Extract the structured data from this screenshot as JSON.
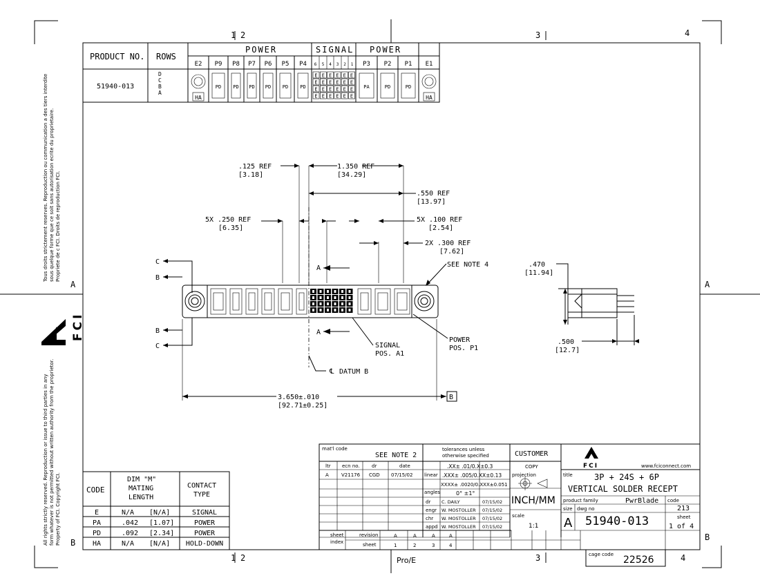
{
  "zones": {
    "top": [
      "1",
      "2",
      "3",
      "4"
    ],
    "bottom": [
      "1",
      "2",
      "3",
      "4"
    ],
    "left": [
      "A",
      "B"
    ],
    "right": [
      "A",
      "B"
    ]
  },
  "side_text": {
    "fr1": "Tous droits strictement reserves.  Reproduction ou communication a des tiers interdite",
    "fr2": "sous quelque forme que ce soit sans autorisation ecrite du proprietaire.",
    "fr3": "Propriete de c FCI.  Droits de reproduction FCI.",
    "en1": "All rights strictly reserved.  Reproduction or issue to third parties in any",
    "en2": "form whatever is not permitted without written authority from the proprietor.",
    "en3": "Property of FCI.  Copyright FCI."
  },
  "logo": {
    "letters": "FCI"
  },
  "product_table": {
    "h_product": "PRODUCT NO.",
    "h_rows": "ROWS",
    "g_power1": "POWER",
    "g_signal": "SIGNAL",
    "g_power2": "POWER",
    "cols": [
      "E2",
      "P9",
      "P8",
      "P7",
      "P6",
      "P5",
      "P4",
      "6",
      "5",
      "4",
      "3",
      "2",
      "1",
      "P3",
      "P2",
      "P1",
      "E1"
    ],
    "product_no": "51940-013",
    "rows": "D C B A",
    "power_cells": [
      "PD",
      "PD",
      "PD",
      "PD",
      "PD",
      "PD",
      "PA",
      "PD",
      "PD"
    ],
    "e_cell": "E",
    "ha": "HA"
  },
  "dims": {
    "d1": ".125  REF",
    "d1m": "[3.18]",
    "d2": "1.350  REF",
    "d2m": "[34.29]",
    "d3": ".550  REF",
    "d3m": "[13.97]",
    "d4": "5X .250  REF",
    "d4m": "[6.35]",
    "d5": "5X  .100  REF",
    "d5m": "[2.54]",
    "d6": "2X .300  REF",
    "d6m": "[7.62]",
    "d7": "3.650±.010",
    "d7m": "[92.71±0.25]",
    "d8": ".470",
    "d8m": "[11.94]",
    "d9": ".500",
    "d9m": "[12.7]"
  },
  "labels": {
    "see_note4": "SEE NOTE 4",
    "sig1": "SIGNAL",
    "sig2": "POS. A1",
    "pow1": "POWER",
    "pow2": "POS. P1",
    "datum": "DATUM B",
    "datum_sym": "℄",
    "a": "A",
    "b": "B",
    "c": "C",
    "boxB": "B"
  },
  "code_table": {
    "h_code": "CODE",
    "h_dim1": "DIM \"M\"",
    "h_dim2": "MATING",
    "h_dim3": "LENGTH",
    "h_ct1": "CONTACT",
    "h_ct2": "TYPE",
    "rows": [
      {
        "code": "E",
        "in": "N/A",
        "mm": "[N/A]",
        "type": "SIGNAL"
      },
      {
        "code": "PA",
        "in": ".042",
        "mm": "[1.07]",
        "type": "POWER"
      },
      {
        "code": "PD",
        "in": ".092",
        "mm": "[2.34]",
        "type": "POWER"
      },
      {
        "code": "HA",
        "in": "N/A",
        "mm": "[N/A]",
        "type": "HOLD-DOWN"
      }
    ]
  },
  "title_block": {
    "matl": "mat'l code",
    "see_note": "SEE NOTE 2",
    "tol1": "tolerances unless",
    "tol2": "otherwise specified",
    "tol_x": ".XX± .01/0.X±0.3",
    "tol_lin1": ".XXX± .005/0.XX±0.13",
    "tol_lin2": "XXXX± .0020/0.XXX±0.051",
    "angles": "0° ±1°",
    "linear": "linear",
    "angles_lbl": "angles",
    "customer": "CUSTOMER",
    "copy": "COPY",
    "projection": "projection",
    "units": "INCH/MM",
    "scale_lbl": "scale",
    "scale": "1:1",
    "brand": "FCI",
    "url": "www.fciconnect.com",
    "title_lbl": "title",
    "title1": "3P + 24S + 6P",
    "title2": "VERTICAL SOLDER RECEPT",
    "family_lbl": "product family",
    "family": "PwrBlade",
    "code_lbl": "code",
    "code": "213",
    "size_lbl": "size",
    "size": "A",
    "dwg_lbl": "dwg no",
    "dwg": "51940-013",
    "sheet_lbl": "sheet",
    "sheet": "1 of 4",
    "ltr": "ltr",
    "ecn": "ecn no.",
    "dr": "dr",
    "date": "date",
    "rev": {
      "ltr": "A",
      "ecn": "V21176",
      "dr": "CGD",
      "date": "07/15/02"
    },
    "sign": [
      {
        "role": "dr",
        "name": "C. DAILY",
        "date": "07/15/02"
      },
      {
        "role": "engr",
        "name": "W. MOSTOLLER",
        "date": "07/15/02"
      },
      {
        "role": "chr",
        "name": "W. MOSTOLLER",
        "date": "07/15/02"
      },
      {
        "role": "appd",
        "name": "W. MOSTOLLER",
        "date": "07/15/02"
      }
    ],
    "sheet_index1": "sheet",
    "sheet_index2": "index",
    "revision": "revision",
    "sheet_row": "sheet",
    "rev_letters": [
      "A",
      "A",
      "A",
      "A"
    ],
    "sheet_nums": [
      "1",
      "2",
      "3",
      "4"
    ],
    "cage_lbl": "cage code",
    "cage": "22526",
    "proe": "Pro/E"
  }
}
